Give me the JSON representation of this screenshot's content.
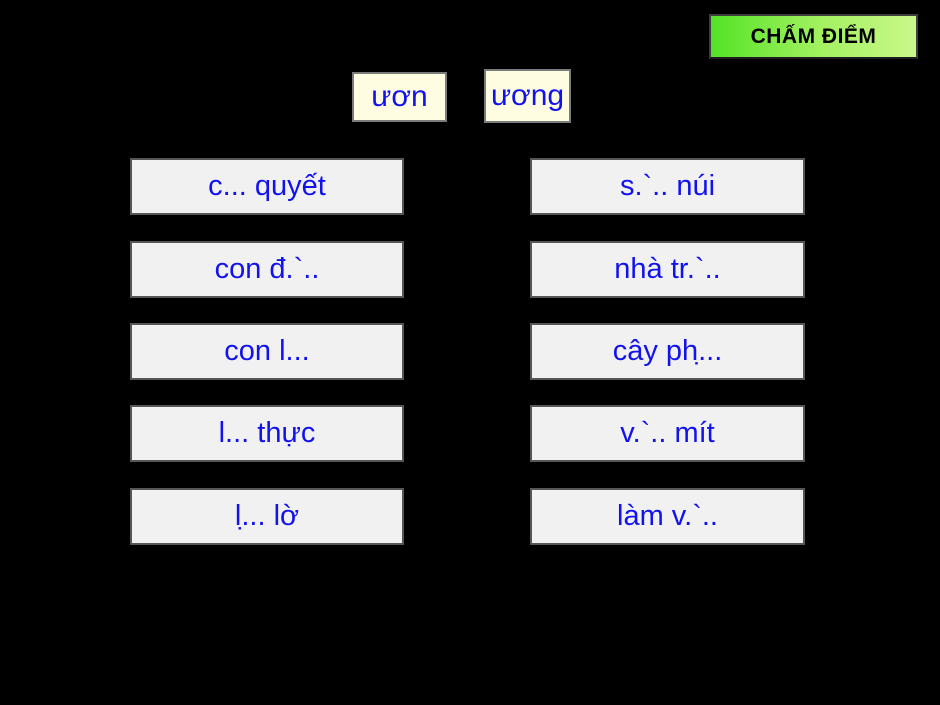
{
  "scoring": {
    "button_label": "CHẤM ĐIỂM"
  },
  "tiles": [
    {
      "label": "ươn"
    },
    {
      "label": "ương"
    }
  ],
  "word_boxes": {
    "left": [
      "c... quyết",
      "con đ.`..",
      "con l...",
      "l... thực",
      "l.̣.. lờ"
    ],
    "right": [
      "s.`.. núi",
      "nhà tr.`..",
      "cây ph.̣..",
      "v.`.. mít",
      "làm v.`.."
    ]
  },
  "colors": {
    "stage_background": "#000000",
    "word_text_blue": "#1212ee",
    "tile_background": "#fffde1",
    "box_background": "#f1f1f1",
    "box_border": "#565656",
    "button_gradient_start": "#54e326",
    "button_gradient_end": "#c9f88a",
    "button_text": "#000000"
  }
}
